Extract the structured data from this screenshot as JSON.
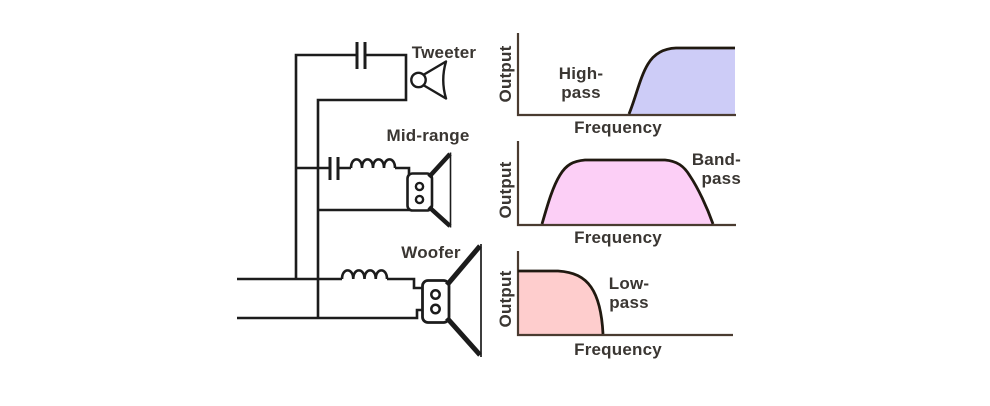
{
  "figure": {
    "type": "speaker-crossover-diagram",
    "description_visible_text_only": true
  },
  "colors": {
    "wire": "#1c1c1c",
    "axis": "#4a3b30",
    "curve": "#201910",
    "highpass_fill": "#cdccf7",
    "bandpass_fill": "#fccff6",
    "lowpass_fill": "#fecdcd",
    "speaker_fill": "#ffffff"
  },
  "circuit": {
    "speakers": [
      {
        "id": "tweeter",
        "label": "Tweeter",
        "icon": "horn-speaker-icon",
        "filter_components": "capacitor"
      },
      {
        "id": "midrange",
        "label": "Mid-range",
        "icon": "cone-speaker-icon",
        "filter_components": "capacitor + inductor"
      },
      {
        "id": "woofer",
        "label": "Woofer",
        "icon": "cone-speaker-icon",
        "filter_components": "inductor"
      }
    ]
  },
  "charts": [
    {
      "id": "highpass",
      "ylabel": "Output",
      "xlabel": "Frequency",
      "label_line1": "High-",
      "label_line2": "pass"
    },
    {
      "id": "bandpass",
      "ylabel": "Output",
      "xlabel": "Frequency",
      "label_line1": "Band-",
      "label_line2": "pass"
    },
    {
      "id": "lowpass",
      "ylabel": "Output",
      "xlabel": "Frequency",
      "label_line1": "Low-",
      "label_line2": "pass"
    }
  ],
  "chart_data": [
    {
      "type": "area",
      "title": "High-pass",
      "xlabel": "Frequency",
      "ylabel": "Output",
      "axes_unlabeled": true,
      "x_norm": [
        0,
        0.51,
        0.58,
        0.65,
        0.72,
        1.0
      ],
      "y_norm": [
        0,
        0,
        0.3,
        0.75,
        1,
        1
      ],
      "plateau_fraction_of_axis_height": 0.82,
      "fill": "#cdccf7",
      "legend": "none",
      "grid": false
    },
    {
      "type": "area",
      "title": "Band-pass",
      "xlabel": "Frequency",
      "ylabel": "Output",
      "axes_unlabeled": true,
      "x_norm": [
        0,
        0.11,
        0.2,
        0.31,
        0.68,
        0.8,
        0.9,
        1.0
      ],
      "y_norm": [
        0,
        0,
        0.6,
        1,
        1,
        0.6,
        0,
        0
      ],
      "plateau_fraction_of_axis_height": 0.77,
      "fill": "#fccff6",
      "legend": "none",
      "grid": false
    },
    {
      "type": "area",
      "title": "Low-pass",
      "xlabel": "Frequency",
      "ylabel": "Output",
      "axes_unlabeled": true,
      "x_norm": [
        0,
        0.19,
        0.28,
        0.35,
        0.4,
        1.0
      ],
      "y_norm": [
        1,
        1,
        0.75,
        0.3,
        0,
        0
      ],
      "plateau_fraction_of_axis_height": 0.76,
      "fill": "#fecdcd",
      "legend": "none",
      "grid": false
    }
  ]
}
